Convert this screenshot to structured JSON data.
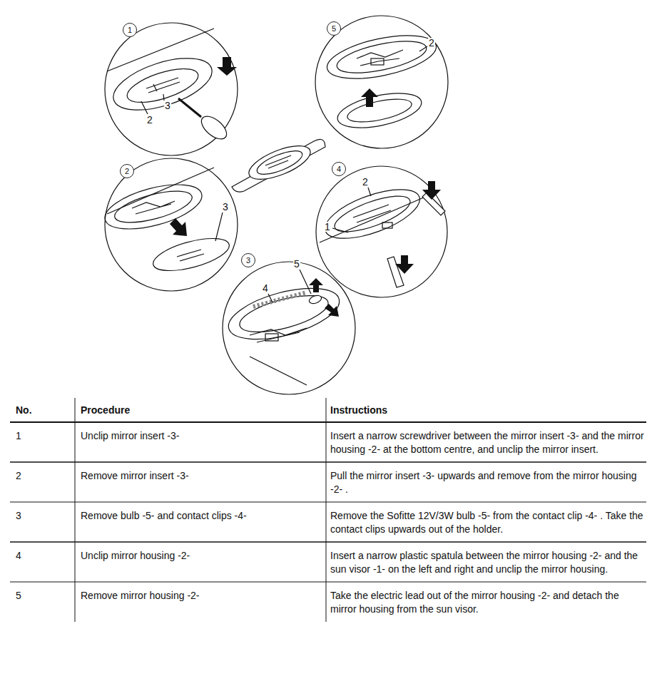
{
  "diagram": {
    "nodes": [
      {
        "text": [
          "1"
        ]
      },
      {
        "text": [
          "5"
        ]
      },
      {
        "text": [
          "2"
        ]
      },
      {
        "text": [
          "4"
        ]
      },
      {
        "text": [
          "3"
        ]
      }
    ],
    "labels": [
      "3",
      "2",
      "2",
      "3",
      "2",
      "1",
      "5",
      "4",
      "No.",
      "Procedure",
      "Instructions",
      "1",
      "Unclip mirror insert -3-",
      "Insert a narrow screwdriver between the mirror insert -3- and the mirror housing -2- at the bottom centre, and unclip the mirror insert.",
      "2",
      "Remove mirror insert -3-",
      "Pull the mirror insert -3- upwards and remove from the mirror housing -2- .",
      "3",
      "Remove bulb -5- and contact clips -4-",
      "Remove the Sofitte 12V/3W bulb -5- from the contact clip -4- . Take the contact clips upwards out of the holder.",
      "4",
      "Unclip mirror housing -2-",
      "Insert a narrow plastic spatula between the mirror housing -2- and the sun visor -1- on the left and right and unclip the mirror housing.",
      "5",
      "Remove mirror housing -2-",
      "Take the electric lead out of the mirror housing -2- and detach the mirror housing from the sun visor."
    ]
  }
}
